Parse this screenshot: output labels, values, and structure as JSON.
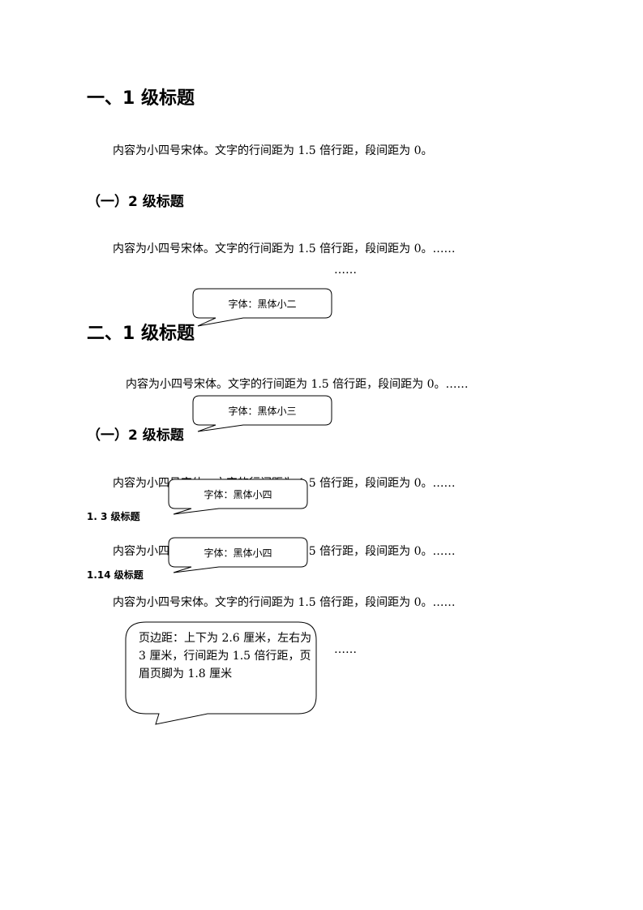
{
  "headings": {
    "h1_first": "一、1 级标题",
    "h2_first": "（一）2 级标题",
    "h1_second": "二、1 级标题",
    "h2_second": "（一）2 级标题",
    "h3": "1. 3 级标题",
    "h4": "1.14 级标题"
  },
  "paragraphs": {
    "p1": "内容为小四号宋体。文字的行间距为 1.5 倍行距，段间距为 0。",
    "p2": "内容为小四号宋体。文字的行间距为 1.5 倍行距，段间距为 0。……",
    "p3": "内容为小四号宋体。文字的行间距为 1.5 倍行距，段间距为 0。……",
    "p4": "内容为小四号宋体。文字的行间距为 1.5 倍行距，段间距为 0。……",
    "p5": "内容为小四号宋体。文字的行间距为 1.5 倍行距，段间距为 0。……",
    "p6": "内容为小四号宋体。文字的行间距为 1.5 倍行距，段间距为 0。……"
  },
  "ellipses": {
    "e1": "……",
    "e2": "……"
  },
  "callouts": {
    "font_h1": "字体：黑体小二",
    "font_h2": "字体：黑体小三",
    "font_h3": "字体：黑体小四",
    "font_h4": "字体：黑体小四",
    "page_margins": "页边距：上下为 2.6 厘米，左右为 3 厘米，行间距为 1.5 倍行距，页眉页脚为 1.8 厘米"
  }
}
